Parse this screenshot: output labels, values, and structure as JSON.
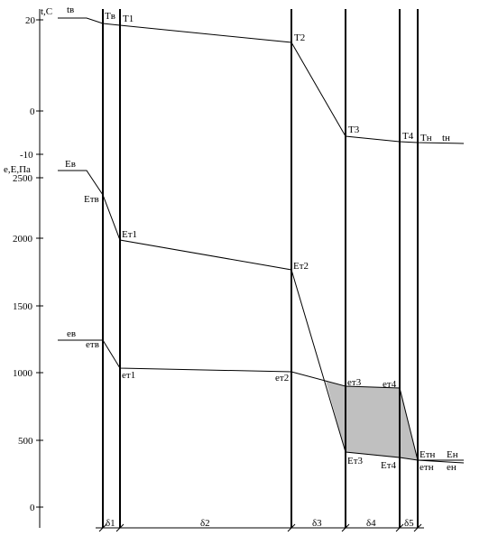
{
  "axis": {
    "t_label": "t,C",
    "e_label": "e,E,Па",
    "t_ticks": [
      "20",
      "0",
      "-10"
    ],
    "e_ticks": [
      "2500",
      "2000",
      "1500",
      "1000",
      "500",
      "0"
    ]
  },
  "layers": [
    "δ1",
    "δ2",
    "δ3",
    "δ4",
    "δ5"
  ],
  "temperature": {
    "labels": [
      "tв",
      "Tв",
      "T1",
      "T2",
      "T3",
      "T4",
      "Tн",
      "tн"
    ]
  },
  "saturation": {
    "labels": [
      "Eв",
      "Eтв",
      "Eт1",
      "Eт2",
      "Eт3",
      "Eт4",
      "Eтн",
      "Eн"
    ]
  },
  "partial": {
    "labels": [
      "eв",
      "eтв",
      "eт1",
      "eт2",
      "eт3",
      "eт4",
      "eтн",
      "eн"
    ]
  },
  "colors": {
    "condensation_zone": "#c0c0c0",
    "lines": "#000000"
  }
}
